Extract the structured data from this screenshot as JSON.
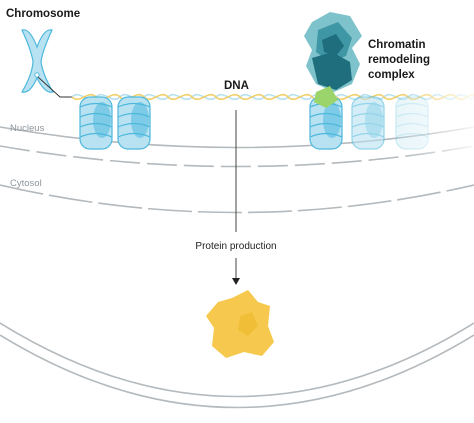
{
  "labels": {
    "chromosome": "Chromosome",
    "dna": "DNA",
    "remodeler_line1": "Chromatin",
    "remodeler_line2": "remodeling",
    "remodeler_line3": "complex",
    "nucleus": "Nucleus",
    "cytosol": "Cytosol",
    "protein_production": "Protein production"
  },
  "colors": {
    "nucleosome": "#4db8dc",
    "nucleosome_light": "#b8e2f1",
    "dna_strand": "#f3cf6a",
    "dna_strand_2": "#b7dff0",
    "remodeler_dark": "#1f6e7d",
    "remodeler_mid": "#3f97a6",
    "remodeler_light": "#7ec3cb",
    "remodeler_green": "#9bd46b",
    "protein": "#f6c94e",
    "membrane": "#b3b9bd",
    "arrow": "#444444"
  }
}
